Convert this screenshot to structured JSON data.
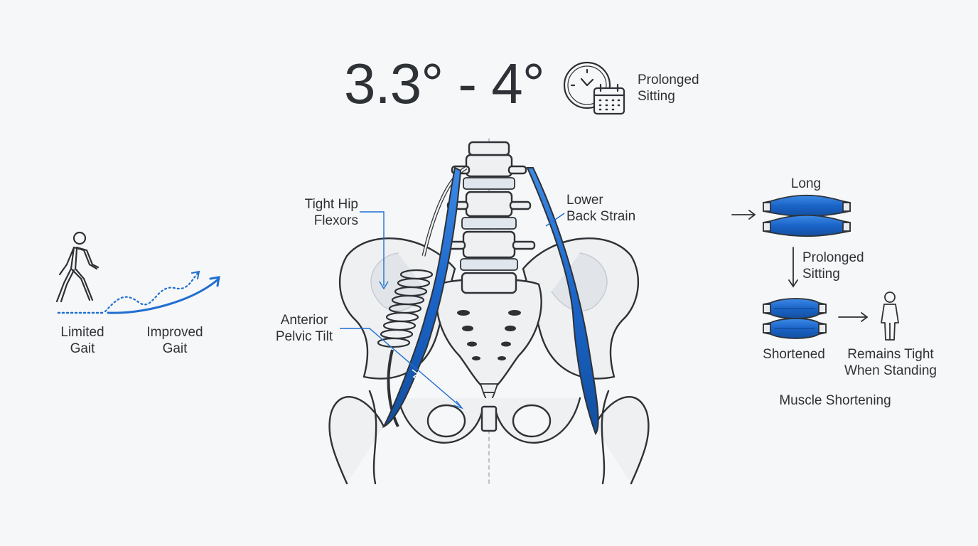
{
  "header": {
    "angle_range": "3.3° - 4°",
    "cause_label": "Prolonged\nSitting",
    "cause_icon": "clock-calendar-icon"
  },
  "gait": {
    "limited_label": "Limited\nGait",
    "improved_label": "Improved\nGait",
    "icon": "walking-person-icon"
  },
  "pelvis": {
    "hip_flexors_label": "Tight Hip\nFlexors",
    "lower_back_label": "Lower\nBack Strain",
    "pelvic_tilt_label": "Anterior\nPelvic Tilt"
  },
  "muscle_panel": {
    "long_label": "Long",
    "process_label": "Prolonged\nSitting",
    "shortened_label": "Shortened",
    "result_label": "Remains Tight\nWhen Standing",
    "caption": "Muscle Shortening",
    "icon": "standing-person-icon"
  },
  "colors": {
    "accent_blue": "#1f6fd1",
    "line_dark": "#2e3236",
    "bone_fill": "#eef0f2"
  }
}
